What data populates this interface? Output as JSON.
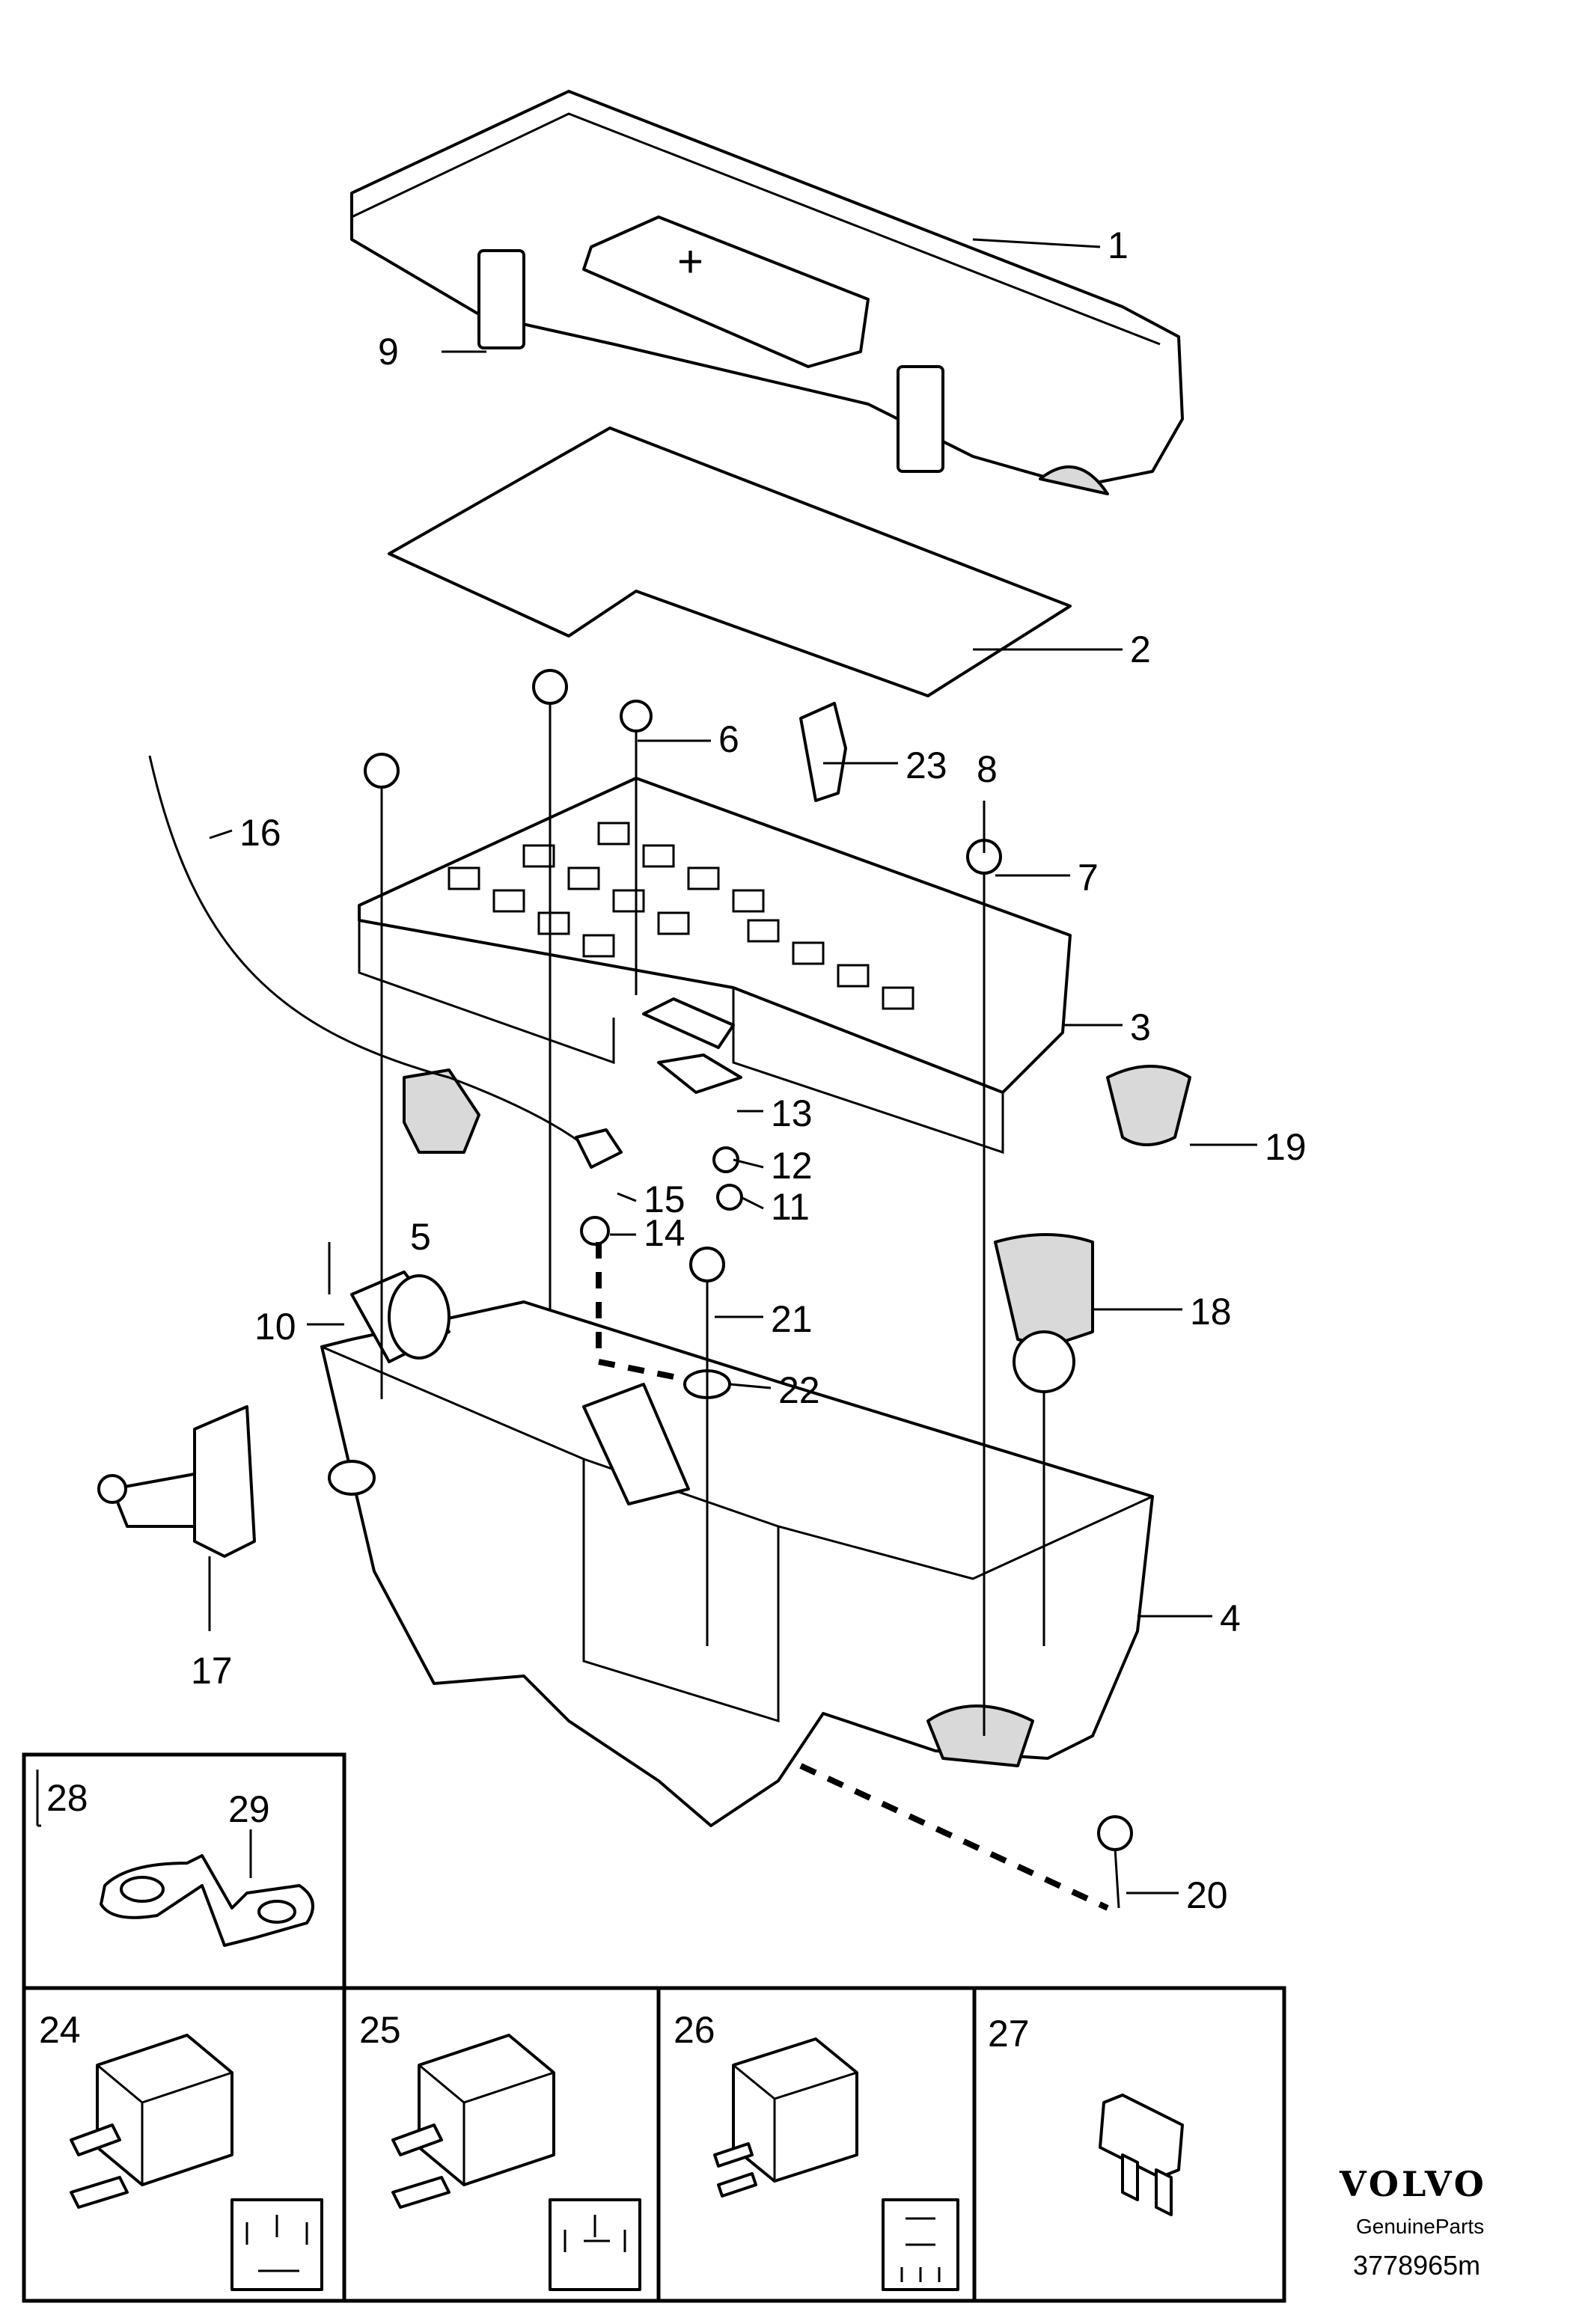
{
  "diagram": {
    "callouts": [
      "1",
      "2",
      "3",
      "4",
      "5",
      "6",
      "7",
      "8",
      "9",
      "10",
      "11",
      "12",
      "13",
      "14",
      "15",
      "16",
      "17",
      "18",
      "19",
      "20",
      "21",
      "22",
      "23"
    ],
    "detail_boxes": [
      "28",
      "29",
      "24",
      "25",
      "26",
      "27"
    ]
  },
  "brand": {
    "logo": "VOLVO",
    "tagline": "GenuineParts",
    "ref_number": "3778965m"
  }
}
